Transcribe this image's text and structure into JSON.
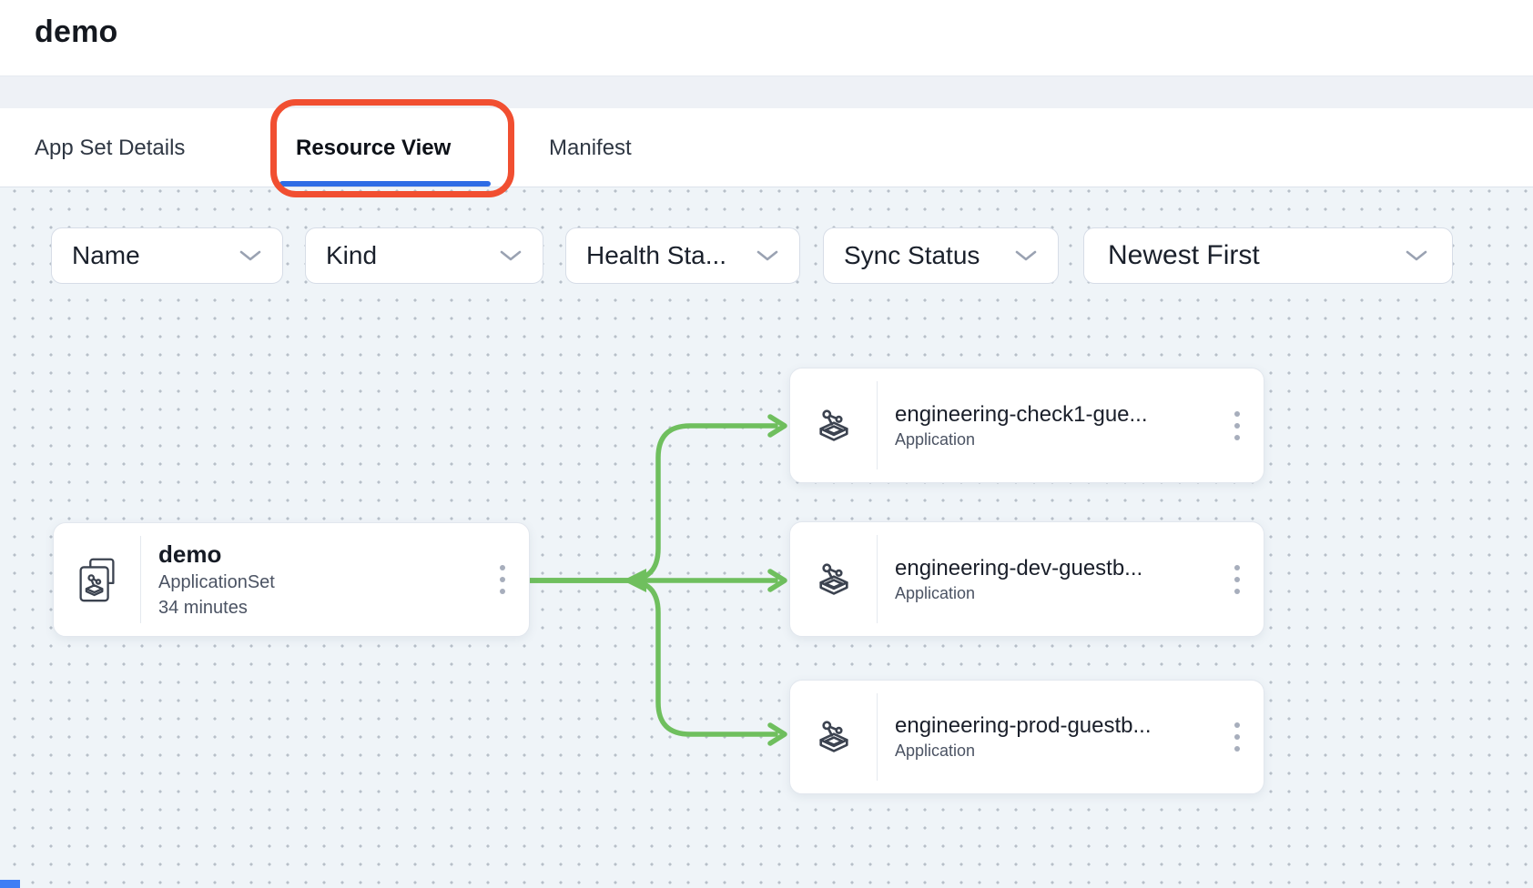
{
  "header": {
    "title": "demo"
  },
  "tabs": [
    {
      "label": "App Set Details",
      "active": false
    },
    {
      "label": "Resource View",
      "active": true
    },
    {
      "label": "Manifest",
      "active": false
    }
  ],
  "filters": {
    "name": {
      "label": "Name"
    },
    "kind": {
      "label": "Kind"
    },
    "health": {
      "label": "Health Sta..."
    },
    "sync": {
      "label": "Sync Status"
    },
    "sort": {
      "label": "Newest First"
    }
  },
  "graph": {
    "root": {
      "name": "demo",
      "kind": "ApplicationSet",
      "age": "34 minutes"
    },
    "apps": [
      {
        "name": "engineering-check1-gue...",
        "kind": "Application"
      },
      {
        "name": "engineering-dev-guestb...",
        "kind": "Application"
      },
      {
        "name": "engineering-prod-guestb...",
        "kind": "Application"
      }
    ]
  },
  "icons": {
    "root_icon": "applicationset-icon",
    "app_icon": "argo-application-icon",
    "menu_icon": "kebab-menu-icon",
    "dropdown_icon": "chevron-down-icon"
  },
  "colors": {
    "tab_underline": "#2e6ce5",
    "annotation_red": "#f14f31",
    "edge_green": "#6fbf5e",
    "canvas_bg": "#eff4f8",
    "canvas_dots": "#b7bfc9",
    "corner_chip_blue": "#3f7ef5"
  }
}
